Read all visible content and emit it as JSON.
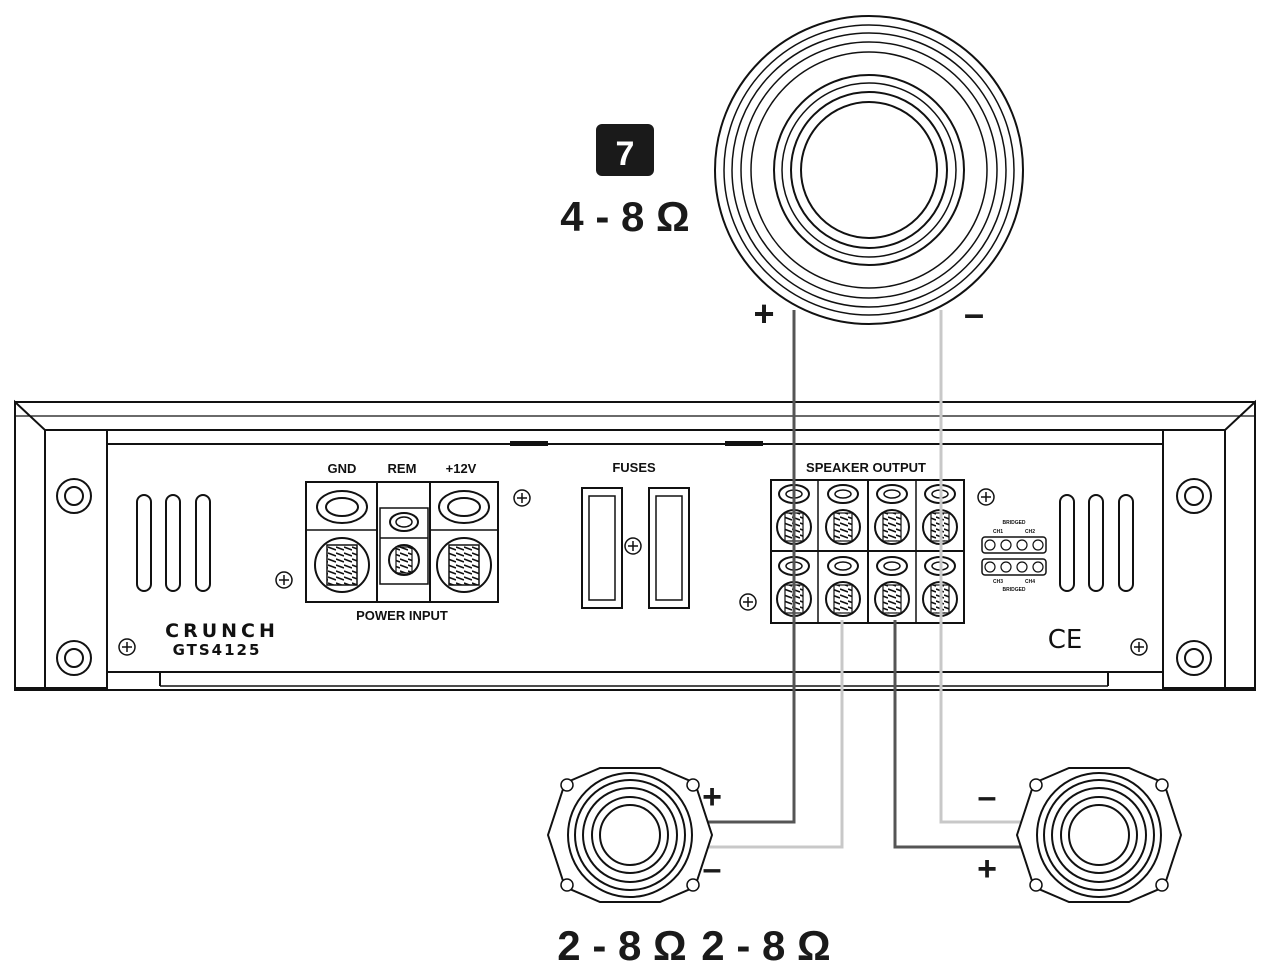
{
  "figure_number": "7",
  "subwoofer": {
    "impedance": "4 - 8 Ω",
    "plus": "+",
    "minus": "–"
  },
  "left_speaker": {
    "impedance": "2 - 8 Ω",
    "plus": "+",
    "minus": "–"
  },
  "right_speaker": {
    "impedance": "2 - 8 Ω",
    "plus": "+",
    "minus": "–"
  },
  "amplifier": {
    "brand": "CRUNCH",
    "model": "GTS4125",
    "gnd": "GND",
    "rem": "REM",
    "plus12v": "+12V",
    "power_input": "POWER INPUT",
    "fuses": "FUSES",
    "speaker_output": "SPEAKER OUTPUT",
    "ce_mark": "CE",
    "bridged_top": "BRIDGED",
    "bridged_bottom": "BRIDGED",
    "ch1": "CH1",
    "ch2": "CH2",
    "ch3": "CH3",
    "ch4": "CH4"
  },
  "colors": {
    "plus_wire": "#555555",
    "minus_wire": "#c8c8c8",
    "line": "#111111"
  }
}
